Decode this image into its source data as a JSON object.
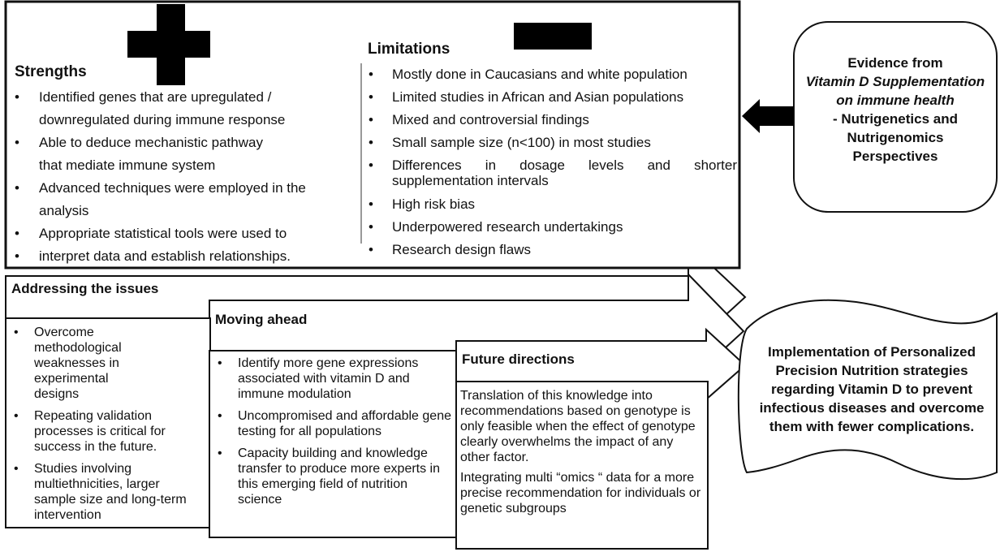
{
  "strengths": {
    "title": "Strengths",
    "items": [
      "Identified genes that are upregulated / downregulated during immune response",
      "Able to deduce mechanistic pathway that mediate immune system",
      "Advanced techniques were employed in the analysis",
      "Appropriate statistical tools were used to",
      "interpret data and establish relationships."
    ]
  },
  "limitations": {
    "title": "Limitations",
    "items": [
      "Mostly done in Caucasians and white population",
      "Limited studies in African and Asian populations",
      "Mixed and controversial findings",
      "Small sample size (n<100) in most studies",
      "Differences in dosage levels and shorter supplementation intervals",
      "High risk bias",
      "Underpowered research undertakings",
      "Research design flaws"
    ]
  },
  "evidence": {
    "line1": "Evidence from",
    "line2": "Vitamin D Supplementation on immune health",
    "line3": "- Nutrigenetics and Nutrigenomics Perspectives"
  },
  "addressing": {
    "title": "Addressing the issues",
    "items": [
      "Overcome methodological weaknesses in experimental designs",
      "Repeating validation processes is critical for success in the future.",
      "Studies involving multiethnicities, larger sample size and long-term intervention"
    ]
  },
  "moving": {
    "title": "Moving ahead",
    "items": [
      "Identify more gene expressions associated with vitamin D and immune modulation",
      "Uncompromised and affordable gene testing for all populations",
      "Capacity building and knowledge transfer to produce more experts in this emerging field of nutrition science"
    ]
  },
  "future": {
    "title": "Future directions",
    "paragraphs": [
      "Translation of this knowledge into recommendations based on genotype is only feasible when the effect of genotype clearly overwhelms the impact of any other factor.",
      "Integrating multi “omics “ data for a more precise recommendation for individuals or genetic subgroups"
    ]
  },
  "implementation": {
    "text": "Implementation of Personalized Precision Nutrition strategies regarding Vitamin D to prevent infectious diseases and overcome them with fewer complications."
  }
}
